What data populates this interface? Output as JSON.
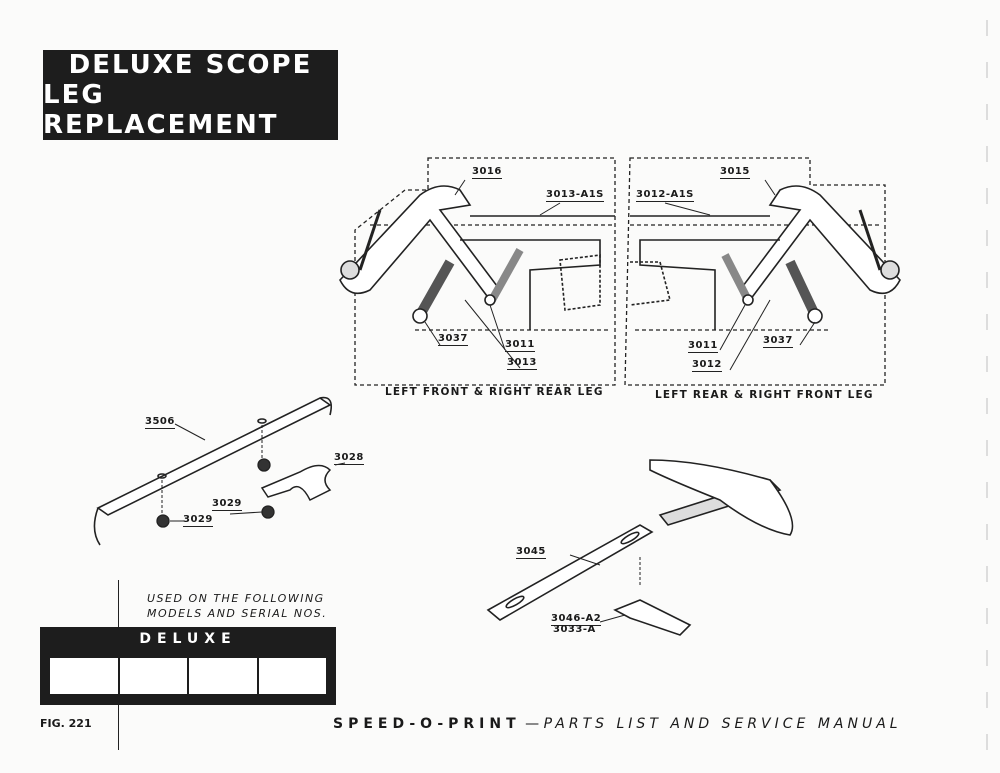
{
  "title": {
    "line1": "DELUXE SCOPE",
    "line2": "LEG REPLACEMENT"
  },
  "parts": {
    "p3016": "3016",
    "p3013_a1s": "3013-A1S",
    "p3012_a1s": "3012-A1S",
    "p3015": "3015",
    "p3037_left": "3037",
    "p3011_left": "3011",
    "p3013": "3013",
    "p3011_right": "3011",
    "p3012": "3012",
    "p3037_right": "3037",
    "p3506": "3506",
    "p3028": "3028",
    "p3029_a": "3029",
    "p3029_b": "3029",
    "p3045": "3045",
    "p3046_a2": "3046-A2",
    "p3033_a": "3033-A"
  },
  "captions": {
    "left": "LEFT FRONT & RIGHT REAR LEG",
    "right": "LEFT REAR & RIGHT FRONT LEG"
  },
  "models": {
    "intro_line1": "USED ON THE FOLLOWING",
    "intro_line2": "MODELS AND SERIAL NOS.",
    "model": "DELUXE"
  },
  "figure": "FIG. 221",
  "footer": {
    "brand": "SPEED-O-PRINT",
    "dash": "—",
    "subtitle": "PARTS LIST AND SERVICE MANUAL"
  }
}
